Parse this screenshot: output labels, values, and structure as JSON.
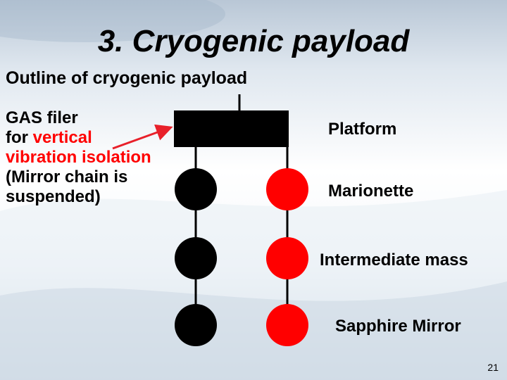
{
  "slide": {
    "title": "3. Cryogenic payload",
    "subtitle": "Outline of cryogenic payload",
    "gas_filter": {
      "line1": "GAS filer",
      "line2_prefix": "for ",
      "line2_highlight": "vertical",
      "line3_highlight": "vibration isolation",
      "line4": "(Mirror chain is",
      "line5": "suspended)"
    },
    "labels": {
      "platform": "Platform",
      "marionette": "Marionette",
      "intermediate_mass": "Intermediate mass",
      "sapphire_mirror": "Sapphire Mirror"
    },
    "page_number": "21"
  },
  "colors": {
    "title_text": "#000000",
    "highlight": "#ff0000",
    "platform": "#000000",
    "recoil_chain": "#000000",
    "mirror_chain": "#ff0000",
    "arrow": "#e8202a"
  }
}
